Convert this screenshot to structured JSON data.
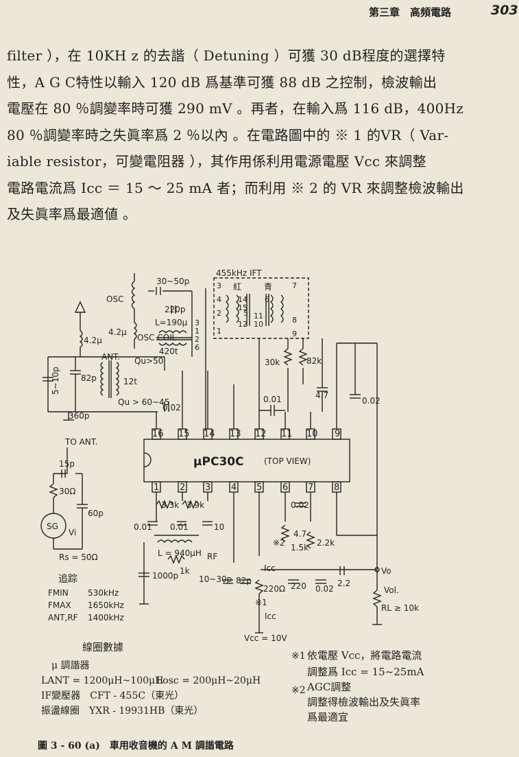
{
  "header": {
    "chapter": "第三章　高頻電路",
    "page_number": "303"
  },
  "paragraph": [
    "filter ），在 10KH z 的去諧（ Detuning ）可獲 30 dB程度的選擇特",
    "性，A G C特性以輸入 120 dB 爲基準可獲 88 dB 之控制，檢波輸出",
    "電壓在 80 ％調變率時可獲 290 mV 。再者，在輸入爲 116 dB，400Hz",
    "80 ％調變率時之失眞率爲 2 ％以內 。在電路圖中的 ※ 1 的VR（ Var-",
    "iable resistor，可變電阻器 ），其作用係利用電源電壓 Vcc 來調整",
    "電路電流爲 Icc ＝ 15 ～ 25 mA 者；而利用 ※ 2 的 VR 來調整檢波輸出",
    "及失眞率爲最適値 。"
  ],
  "schematic": {
    "ic_name": "μPC30C",
    "ic_view": "(TOP VIEW)",
    "top_pins": [
      "16",
      "15",
      "14",
      "13",
      "12",
      "11",
      "10",
      "9"
    ],
    "bottom_pins": [
      "1",
      "2",
      "3",
      "4",
      "5",
      "6",
      "7",
      "8"
    ],
    "ift_label": "455kHz IFT",
    "ift_colors": [
      "紅",
      "青"
    ],
    "ift_pins": [
      "3",
      "4",
      "5",
      "2",
      "1",
      "6",
      "7",
      "8",
      "9"
    ],
    "ift_coil_labels": [
      "14",
      "15",
      "10",
      "11",
      "12"
    ],
    "components": {
      "osc": "OSC",
      "osc_coil": "OSC COIL",
      "osc_qu": "Qu>50",
      "ant": "ANT.",
      "ant_qu": "Qu > 60~45",
      "ant_mu": "4.2μ",
      "osc_mu": "4.2μ",
      "c_30_50p": "30~50p",
      "c_220p": "220p",
      "l_190": "L=190μ",
      "turns_12t": "12t",
      "turns_420t": "420t",
      "coil_pins": [
        "3",
        "1",
        "2",
        "6"
      ],
      "c_5_10p": "5~10p",
      "c_82p": "82p",
      "c_360p": "360p",
      "c_002_a": "0.02",
      "c_001_a": "0.01",
      "c_47_a": "4.7",
      "c_002_b": "0.02",
      "r_30k": "30k",
      "r_82k": "82k",
      "to_ant": "TO ANT.",
      "c_15p": "15p",
      "r_30": "30Ω",
      "c_60p": "60p",
      "sg": "SG",
      "vi": "Vi",
      "rs": "Rs = 50Ω",
      "r_33k": "3.3k",
      "r_39k": "3.9k",
      "c_001_b": "0.01",
      "c_001_c": "0.01",
      "c_10": "10",
      "l_940": "L = 940μH",
      "rf": "RF",
      "r_1k": "1k",
      "c_002_c": "0.02",
      "c_47_b": "4.7",
      "star2": "※2",
      "r_15k": "1.5k",
      "r_22k": "2.2k",
      "c_1000p": "1000p",
      "c_10_30p": "10~30p",
      "c_82p_b": "82p",
      "icc": "Icc",
      "r_220": "220Ω",
      "c_220": "220",
      "c_002_d": "0.02",
      "c_22": "2.2",
      "vo": "Vo",
      "vol": "Vol.",
      "rl": "RL ≥ 10k",
      "star1": "※1",
      "icc2": "Icc",
      "vcc": "Vcc = 10V"
    },
    "tracking": {
      "title": "追踪",
      "rows": [
        {
          "k": "FMIN",
          "v": "530kHz"
        },
        {
          "k": "FMAX",
          "v": "1650kHz"
        },
        {
          "k": "ANT,RF",
          "v": "1400kHz"
        }
      ]
    },
    "coil_data": {
      "title": "線圈數據",
      "mu_tuner": "μ 調諧器",
      "l_ant": "LANT = 1200μH~100μH",
      "l_osc": "Losc = 200μH~20μH",
      "if_xfmr": "IF變壓器　CFT - 455C（東光）",
      "osc_coil": "振盪線圈　YXR - 19931HB（東光）"
    },
    "notes": {
      "n1_mark": "※1",
      "n1_line1": "依電壓 Vcc，將電路電流",
      "n1_line2": "調整爲 Icc = 15~25mA",
      "n2_mark": "※2",
      "n2_line1": "AGC調整",
      "n2_line2": "調整得檢波輸出及失眞率",
      "n2_line3": "爲最適宜"
    }
  },
  "caption": "圖 3 - 60 (a)　車用收音機的 A M 調諧電路"
}
